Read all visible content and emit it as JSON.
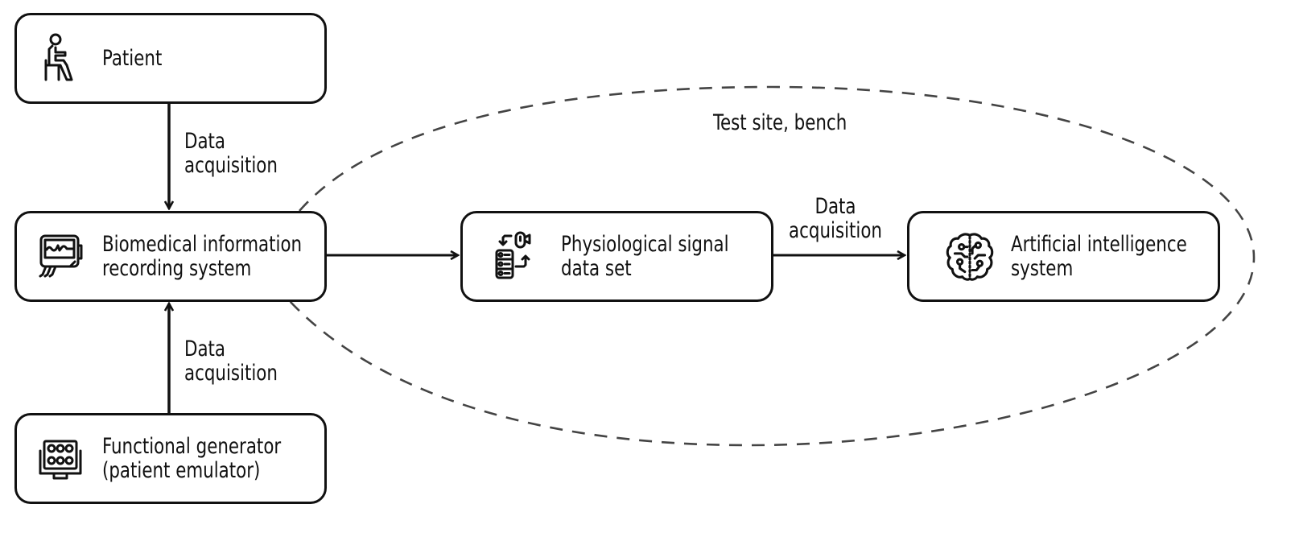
{
  "diagram": {
    "region": {
      "label": "Test site, bench",
      "style": "dashed-ellipse"
    },
    "nodes": [
      {
        "id": "patient",
        "label_lines": [
          "Patient"
        ],
        "icon": "seated-person-icon"
      },
      {
        "id": "biomedical",
        "label_lines": [
          "Biomedical information",
          "recording system"
        ],
        "icon": "monitor-ecg-icon"
      },
      {
        "id": "generator",
        "label_lines": [
          "Functional generator",
          "(patient emulator)"
        ],
        "icon": "signal-generator-icon"
      },
      {
        "id": "dataset",
        "label_lines": [
          "Physiological signal",
          "data set"
        ],
        "icon": "database-transfer-icon"
      },
      {
        "id": "ai",
        "label_lines": [
          "Artificial intelligence",
          "system"
        ],
        "icon": "brain-circuit-icon"
      }
    ],
    "edges": [
      {
        "from": "patient",
        "to": "biomedical",
        "label_lines": [
          "Data",
          "acquisition"
        ]
      },
      {
        "from": "generator",
        "to": "biomedical",
        "label_lines": [
          "Data",
          "acquisition"
        ]
      },
      {
        "from": "biomedical",
        "to": "dataset",
        "label_lines": []
      },
      {
        "from": "dataset",
        "to": "ai",
        "label_lines": [
          "Data",
          "acquisition"
        ]
      }
    ]
  }
}
